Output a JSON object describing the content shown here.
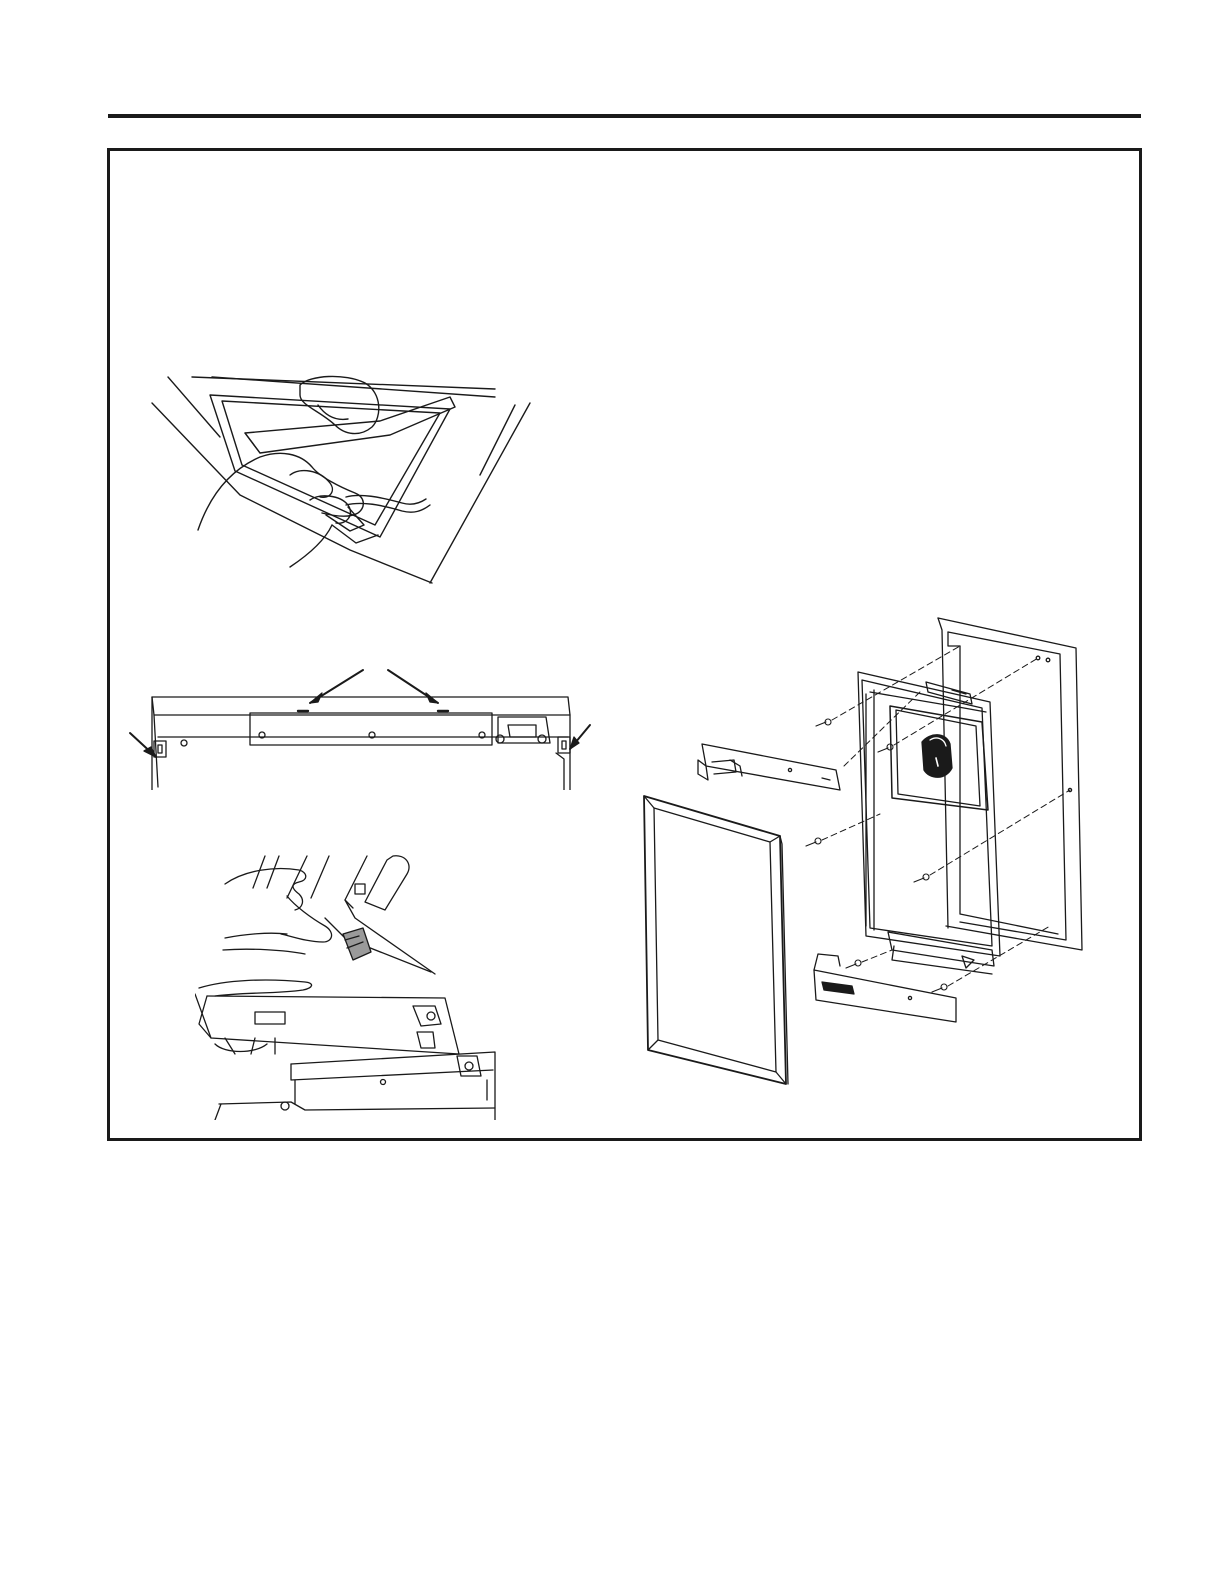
{
  "page": {
    "figures": [
      {
        "icon": "gasket-removal-illustration"
      },
      {
        "icon": "door-top-hinge-cap-illustration"
      },
      {
        "icon": "hinge-removal-illustration"
      },
      {
        "icon": "door-exploded-view-illustration"
      }
    ]
  },
  "colors": {
    "line": "#1a1a1a",
    "background": "#ffffff",
    "shade": "#9a9a9a"
  }
}
